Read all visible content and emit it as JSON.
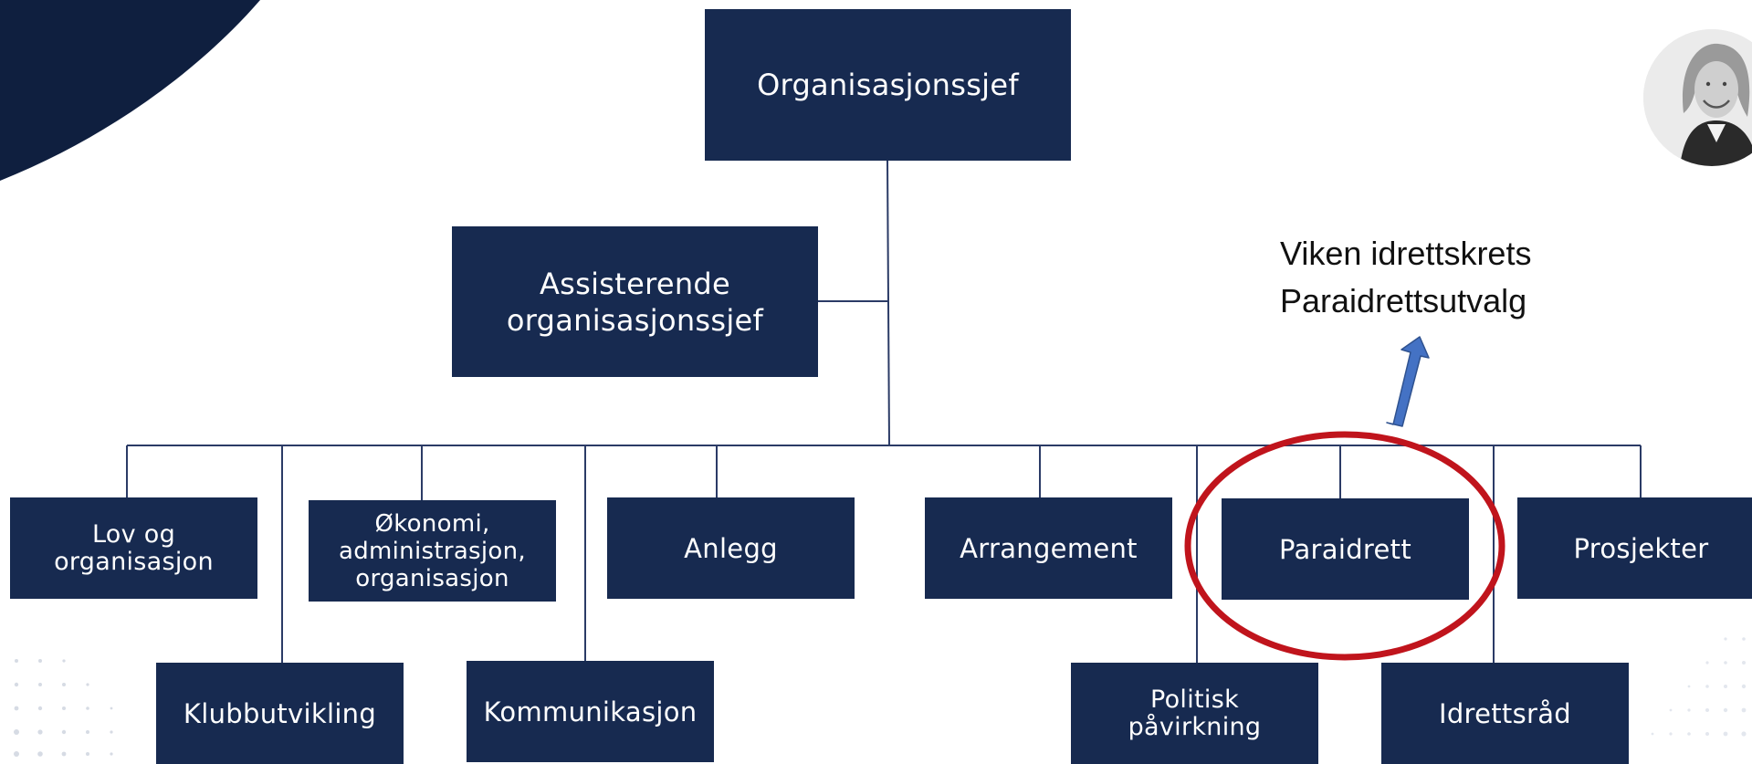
{
  "chart": {
    "root": "Organisasjonssjef",
    "assistant": "Assisterende\norganisasjonssjef",
    "departments": {
      "lov": "Lov og\norganisasjon",
      "klubb": "Klubbutvikling",
      "okonomi": "Økonomi,\nadministrasjon,\norganisasjon",
      "kommunikasjon": "Kommunikasjon",
      "anlegg": "Anlegg",
      "arrangement": "Arrangement",
      "politisk": "Politisk\npåvirkning",
      "paraidrett": "Paraidrett",
      "idrettsrad": "Idrettsråd",
      "prosjekter": "Prosjekter"
    }
  },
  "callout": {
    "line1": "Viken idrettskrets",
    "line2": "Paraidrettsutvalg"
  },
  "colors": {
    "box": "#172a50",
    "connector": "#2b3b66",
    "highlight": "#c0141c",
    "arrow": "#4472c4"
  }
}
